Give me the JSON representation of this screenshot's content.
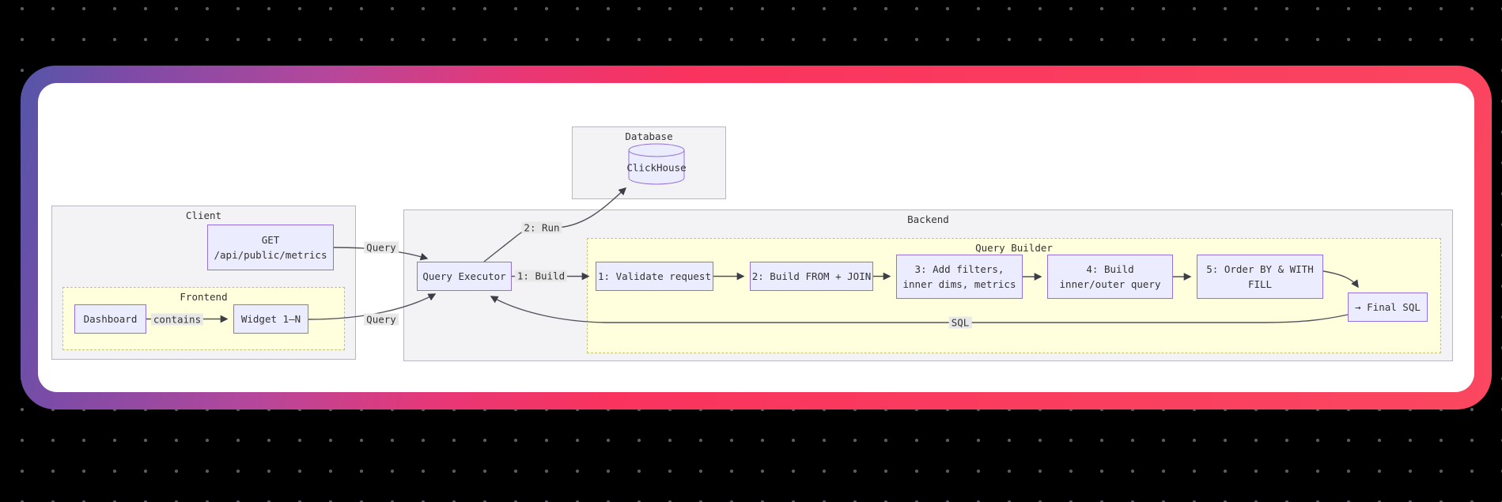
{
  "canvas": {
    "background": "#000000",
    "dot_color": "#5a5a63"
  },
  "frame": {
    "gradient": [
      "#5456a8",
      "#b5479b",
      "#e83776",
      "#fb4760"
    ],
    "panel_bg": "#ffffff"
  },
  "colors": {
    "node_fill": "#ECECFF",
    "node_border": "#9370DB",
    "cluster_gray_fill": "#f3f3f6",
    "cluster_gray_border": "#b8b8c0",
    "cluster_yellow_fill": "#ffffde",
    "cluster_yellow_border": "#c2c27c",
    "edge_line": "#52525c",
    "edge_label_bg": "#e8e8e8",
    "text": "#333333"
  },
  "diagram": {
    "clusters": {
      "database": {
        "title": "Database"
      },
      "client": {
        "title": "Client"
      },
      "frontend": {
        "title": "Frontend"
      },
      "backend": {
        "title": "Backend"
      },
      "query_builder": {
        "title": "Query Builder"
      }
    },
    "nodes": {
      "clickhouse": {
        "label": "ClickHouse",
        "shape": "cylinder"
      },
      "get": {
        "label": "GET\n/api/public/metrics"
      },
      "dashboard": {
        "label": "Dashboard"
      },
      "widget": {
        "label": "Widget 1–N"
      },
      "executor": {
        "label": "Query Executor"
      },
      "step1": {
        "label": "1: Validate request"
      },
      "step2": {
        "label": "2: Build FROM + JOIN"
      },
      "step3": {
        "label": "3: Add filters,\ninner dims, metrics"
      },
      "step4": {
        "label": "4: Build\ninner/outer query"
      },
      "step5": {
        "label": "5: Order BY & WITH\nFILL"
      },
      "final_sql": {
        "label": "→ Final SQL"
      }
    },
    "edge_labels": {
      "query_top": "Query",
      "query_bottom": "Query",
      "build": "1: Build",
      "run": "2: Run",
      "sql": "SQL",
      "contains": "contains"
    }
  }
}
